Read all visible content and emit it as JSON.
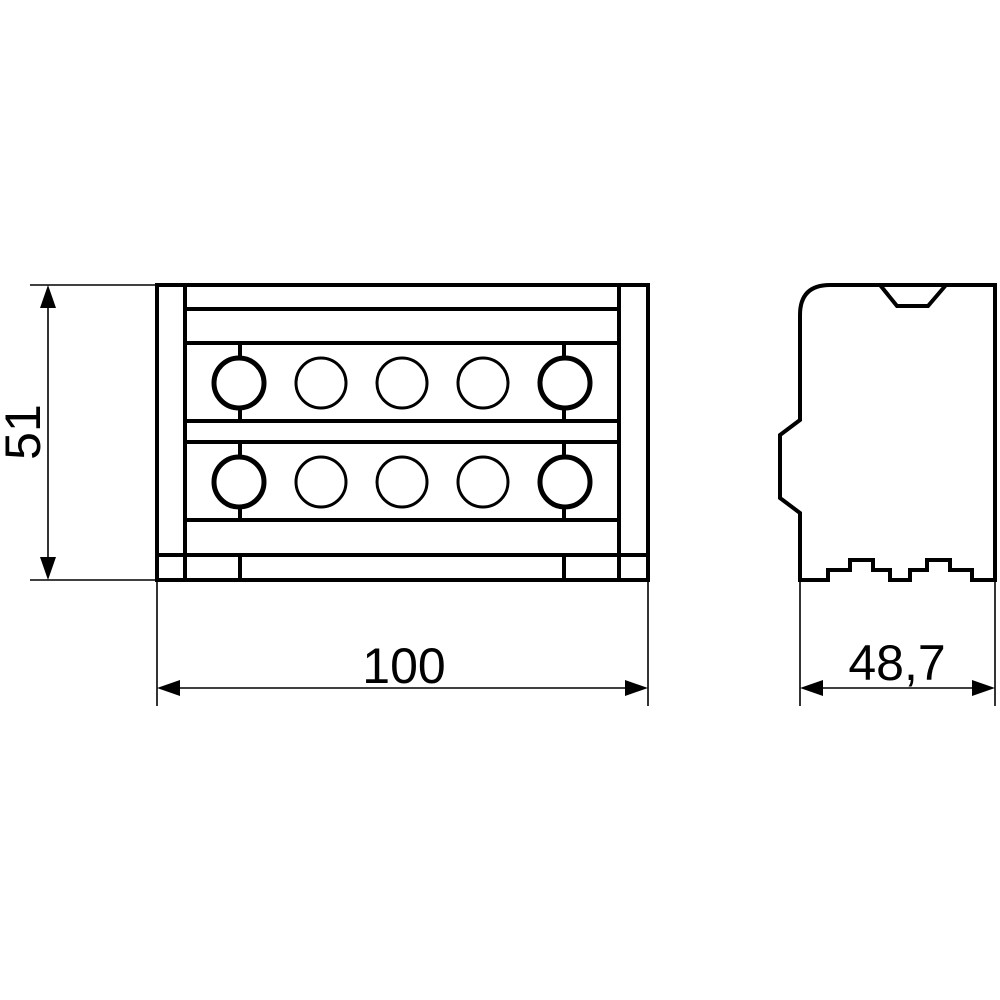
{
  "dimensions": {
    "height": "51",
    "width": "100",
    "depth": "48,7"
  },
  "colors": {
    "stroke": "#000000",
    "background": "#ffffff"
  }
}
